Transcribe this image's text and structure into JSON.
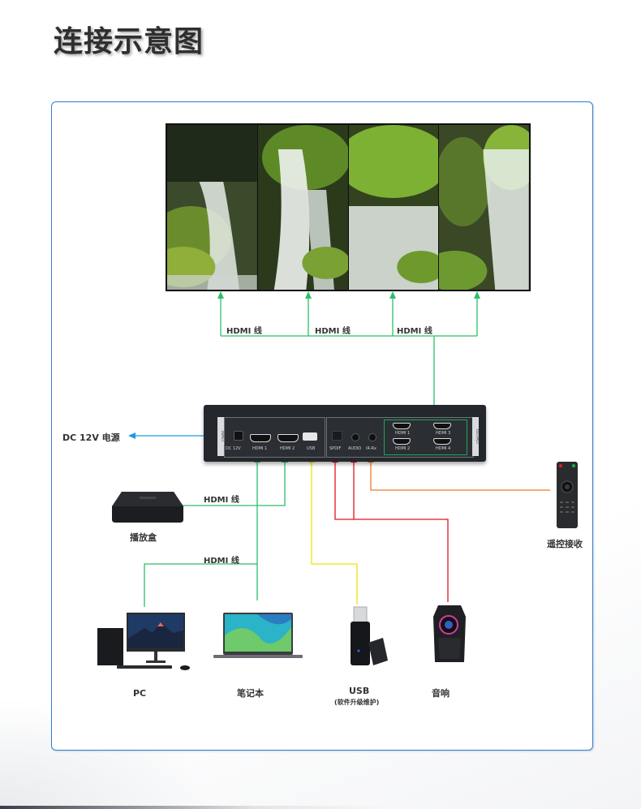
{
  "page": {
    "title": "连接示意图"
  },
  "colors": {
    "frame_border": "#2a7fd6",
    "hdmi_line": "#2dbe6a",
    "power_line": "#1e9be0",
    "usb_line": "#f2e10a",
    "audio_line": "#e2141f",
    "ir_line": "#f07a2a"
  },
  "wall": {
    "panels": 4,
    "hdmi_labels": [
      "HDMI 线",
      "HDMI 线",
      "HDMI 线"
    ]
  },
  "device": {
    "input_tab": "INPUT",
    "output_tab": "OUTPUT",
    "ports_input": [
      "DC 12V",
      "HDMI 1",
      "HDMI 2",
      "USB"
    ],
    "ports_aux": [
      "SPDIF",
      "AUDIO",
      "IR-Rx"
    ],
    "ports_output": [
      "HDMI 1",
      "HDMI 3",
      "HDMI 2",
      "HDMI 4"
    ]
  },
  "labels": {
    "power": "DC 12V 电源",
    "hdmi_box": "HDMI 线",
    "hdmi_pc": "HDMI 线"
  },
  "devices": {
    "box": "播放盒",
    "remote": "遥控接收",
    "pc": "PC",
    "laptop": "笔记本",
    "usb": "USB",
    "usb_note": "(软件升级维护)",
    "speaker": "音响"
  }
}
